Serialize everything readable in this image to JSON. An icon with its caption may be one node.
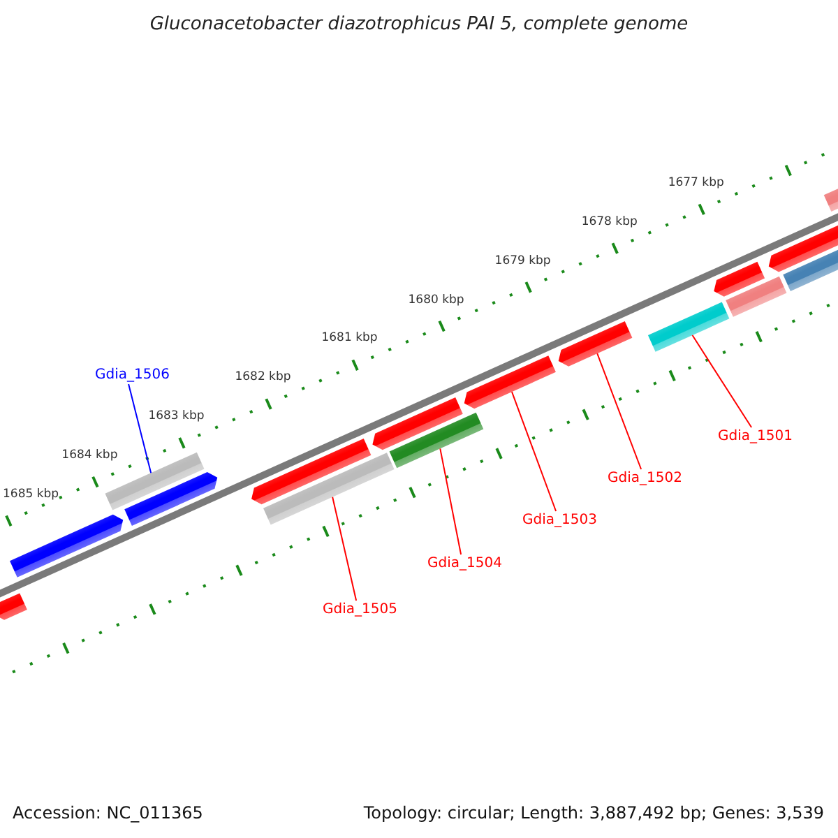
{
  "diagram": {
    "title": "Gluconacetobacter diazotrophicus PAI 5, complete genome",
    "nodes": [
      {
        "text": [
          "Gdia_1506"
        ]
      },
      {
        "text": [
          "Gdia_1505"
        ]
      },
      {
        "text": [
          "Gdia_1504"
        ]
      },
      {
        "text": [
          "Gdia_1503"
        ]
      },
      {
        "text": [
          "Gdia_1502"
        ]
      },
      {
        "text": [
          "Gdia_1501"
        ]
      },
      {
        "text": [],
        "shape": "arrow"
      },
      {
        "text": [],
        "shape": "arrow"
      },
      {
        "text": [],
        "shape": "bar"
      },
      {
        "text": [],
        "shape": "arrow"
      },
      {
        "text": [],
        "shape": "arrow"
      },
      {
        "text": [],
        "shape": "bar"
      },
      {
        "text": [],
        "shape": "arrow"
      },
      {
        "text": [],
        "shape": "bar"
      },
      {
        "text": [],
        "shape": "arrow"
      },
      {
        "text": [],
        "shape": "arrow"
      },
      {
        "text": [],
        "shape": "bar"
      },
      {
        "text": [],
        "shape": "arrow"
      },
      {
        "text": [],
        "shape": "bar"
      },
      {
        "text": [],
        "shape": "arrow"
      },
      {
        "text": [],
        "shape": "bar"
      },
      {
        "text": [],
        "shape": "bar"
      }
    ],
    "edges": [
      {
        "from": 0,
        "to": 8,
        "arrow": "none",
        "color": "#0000ff"
      },
      {
        "from": 1,
        "to": 11,
        "arrow": "none"
      },
      {
        "from": 2,
        "to": 13,
        "arrow": "none"
      },
      {
        "from": 3,
        "to": 14,
        "arrow": "none"
      },
      {
        "from": 4,
        "to": 15,
        "arrow": "none"
      },
      {
        "from": 5,
        "to": 16,
        "arrow": "none"
      }
    ],
    "labels": [
      "1677 kbp",
      "1678 kbp",
      "1679 kbp",
      "1680 kbp",
      "1681 kbp",
      "1682 kbp",
      "1683 kbp",
      "1684 kbp",
      "1685 kbp",
      "Accession: NC_011365",
      "Topology: circular; Length: 3,887,492 bp; Genes: 3,539"
    ]
  }
}
